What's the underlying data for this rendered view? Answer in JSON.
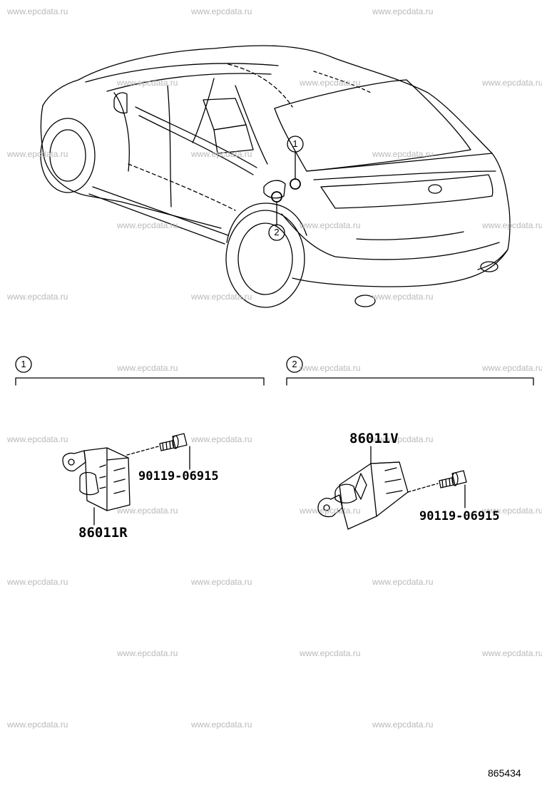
{
  "watermark": "www.epcdata.ru",
  "callouts": [
    "1",
    "2"
  ],
  "sections": [
    {
      "label": "1",
      "parts": [
        "90119-06915",
        "86011R"
      ]
    },
    {
      "label": "2",
      "parts": [
        "86011V",
        "90119-06915"
      ]
    }
  ],
  "figure_number": "865434"
}
